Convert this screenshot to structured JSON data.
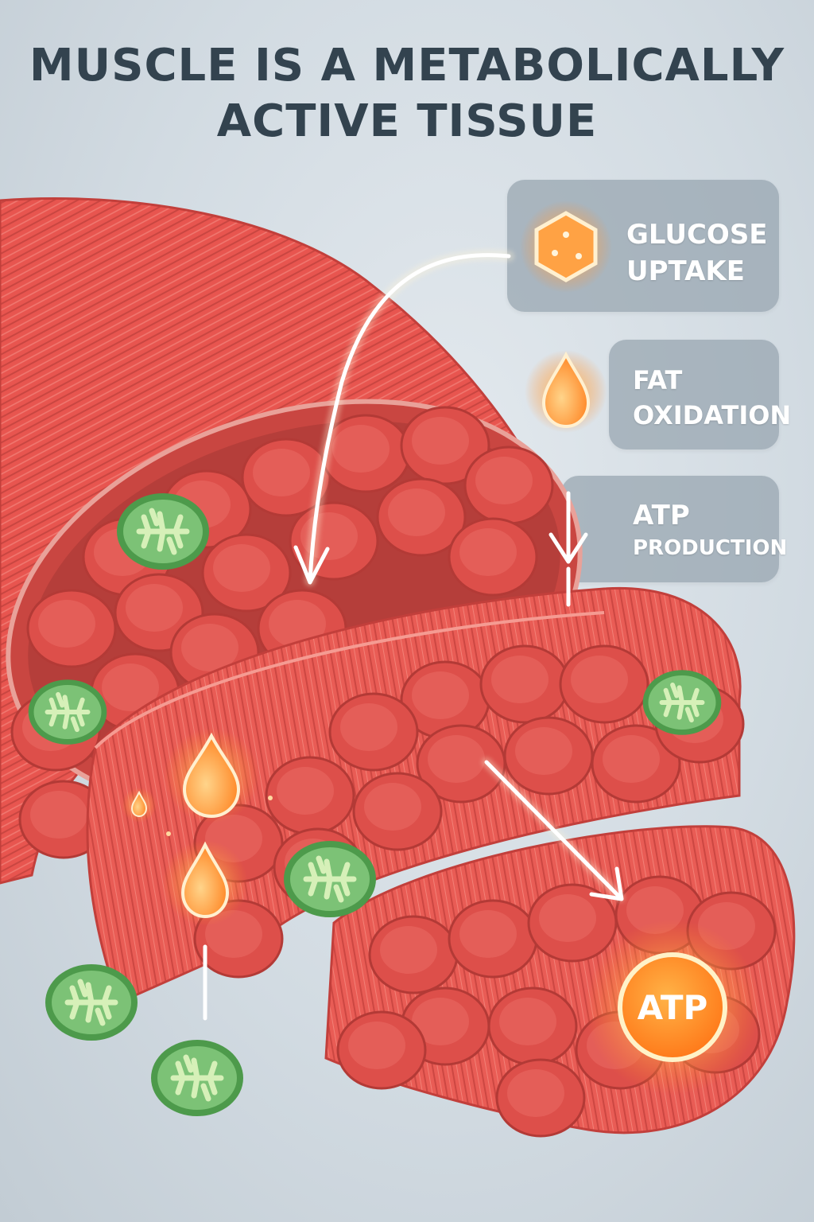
{
  "title": {
    "line1": "MUSCLE IS A METABOLICALLY",
    "line2": "ACTIVE TISSUE"
  },
  "panels": [
    {
      "line1": "GLUCOSE",
      "line2": "UPTAKE",
      "icon": "glucose-hexagon-icon"
    },
    {
      "line1": "FAT",
      "line2": "OXIDATION",
      "icon": "fat-droplet-icon"
    },
    {
      "line1": "ATP",
      "line2": "PRODUCTION",
      "icon": "none"
    }
  ],
  "atp_badge": "ATP",
  "colors": {
    "title": "#33434f",
    "muscle": "#e8554f",
    "muscle_dark": "#c23f3b",
    "mitochondria": "#6fb56a",
    "glow": "#ff8a2a",
    "panel": "#96a3ae"
  }
}
